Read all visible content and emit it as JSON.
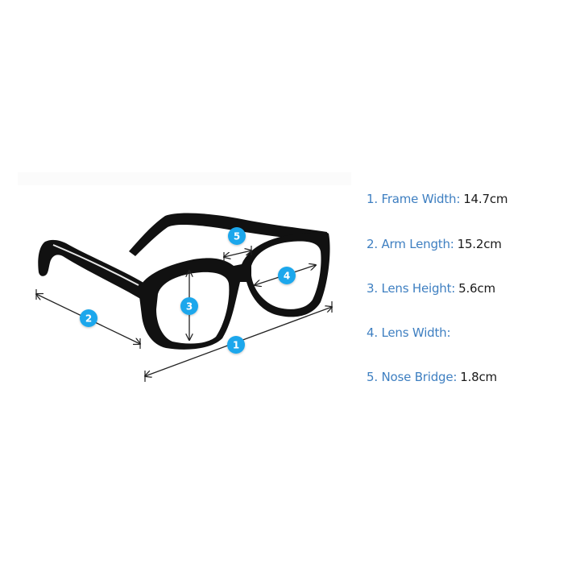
{
  "diagram": {
    "subject": "eyeglasses",
    "badge_color": "#1ca7ec",
    "frame_color": "#111111",
    "markers": [
      {
        "number": "1",
        "measurement": "frame width"
      },
      {
        "number": "2",
        "measurement": "arm length"
      },
      {
        "number": "3",
        "measurement": "lens height"
      },
      {
        "number": "4",
        "measurement": "lens width"
      },
      {
        "number": "5",
        "measurement": "nose bridge"
      }
    ]
  },
  "legend": {
    "label_color": "#3e7fc1",
    "value_color": "#1a1a1a",
    "items": [
      {
        "label": "1. Frame Width:",
        "value": "14.7cm"
      },
      {
        "label": "2. Arm Length:",
        "value": "15.2cm"
      },
      {
        "label": "3. Lens Height:",
        "value": "5.6cm"
      },
      {
        "label": "4. Lens Width:",
        "value": ""
      },
      {
        "label": "5. Nose Bridge:",
        "value": "1.8cm"
      }
    ]
  }
}
